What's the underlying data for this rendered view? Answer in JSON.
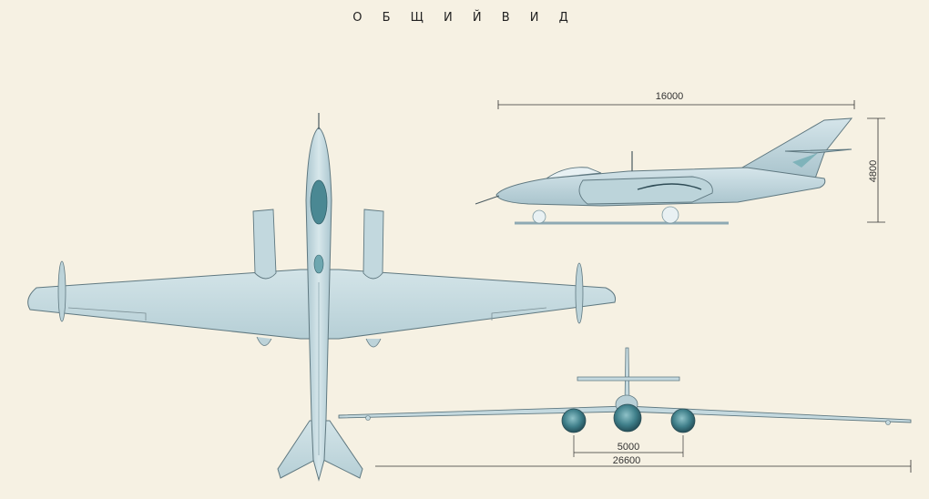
{
  "title": "О Б Щ И Й   В И Д",
  "dimensions": {
    "length": "16000",
    "height": "4800",
    "engine_spacing": "5000",
    "wingspan": "26600"
  },
  "colors": {
    "background": "#f6f1e3",
    "fuselage": "#c9dde3",
    "fuselage_shade": "#a9c5cf",
    "engine": "#4d8d96",
    "outline": "#4a5a60"
  }
}
